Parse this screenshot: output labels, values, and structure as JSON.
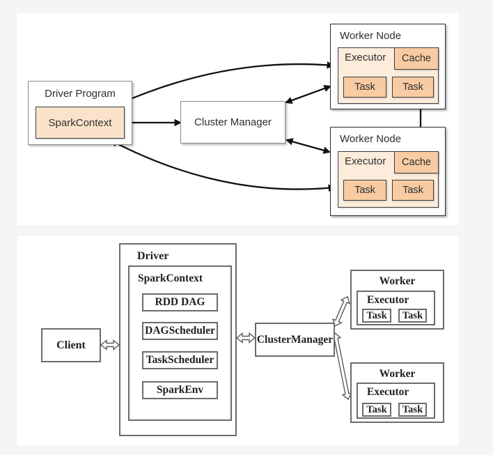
{
  "colors": {
    "bg": "#f5f5f6",
    "panel": "#ffffff",
    "fill-light": "#fcecdb",
    "fill-mid": "#fbe3cb",
    "fill-dark": "#f8cba2",
    "border-dark": "#3d3d3d",
    "border-gray": "#8a8a8a",
    "arrow": "#111111",
    "scan-border": "#6b6b6b",
    "scan-text": "#1f1f1f"
  },
  "top": {
    "driver_program_label": "Driver Program",
    "spark_context_label": "SparkContext",
    "cluster_manager_label": "Cluster Manager",
    "worker_nodes": [
      {
        "label": "Worker Node",
        "executor_label": "Executor",
        "cache_label": "Cache",
        "tasks": [
          "Task",
          "Task"
        ]
      },
      {
        "label": "Worker Node",
        "executor_label": "Executor",
        "cache_label": "Cache",
        "tasks": [
          "Task",
          "Task"
        ]
      }
    ]
  },
  "bottom": {
    "client_label": "Client",
    "driver_label": "Driver",
    "spark_context_label": "SparkContext",
    "components": [
      "RDD DAG",
      "DAGScheduler",
      "TaskScheduler",
      "SparkEnv"
    ],
    "cluster_manager_label": "ClusterManager",
    "workers": [
      {
        "label": "Worker",
        "executor_label": "Executor",
        "tasks": [
          "Task",
          "Task"
        ]
      },
      {
        "label": "Worker",
        "executor_label": "Executor",
        "tasks": [
          "Task",
          "Task"
        ]
      }
    ]
  }
}
